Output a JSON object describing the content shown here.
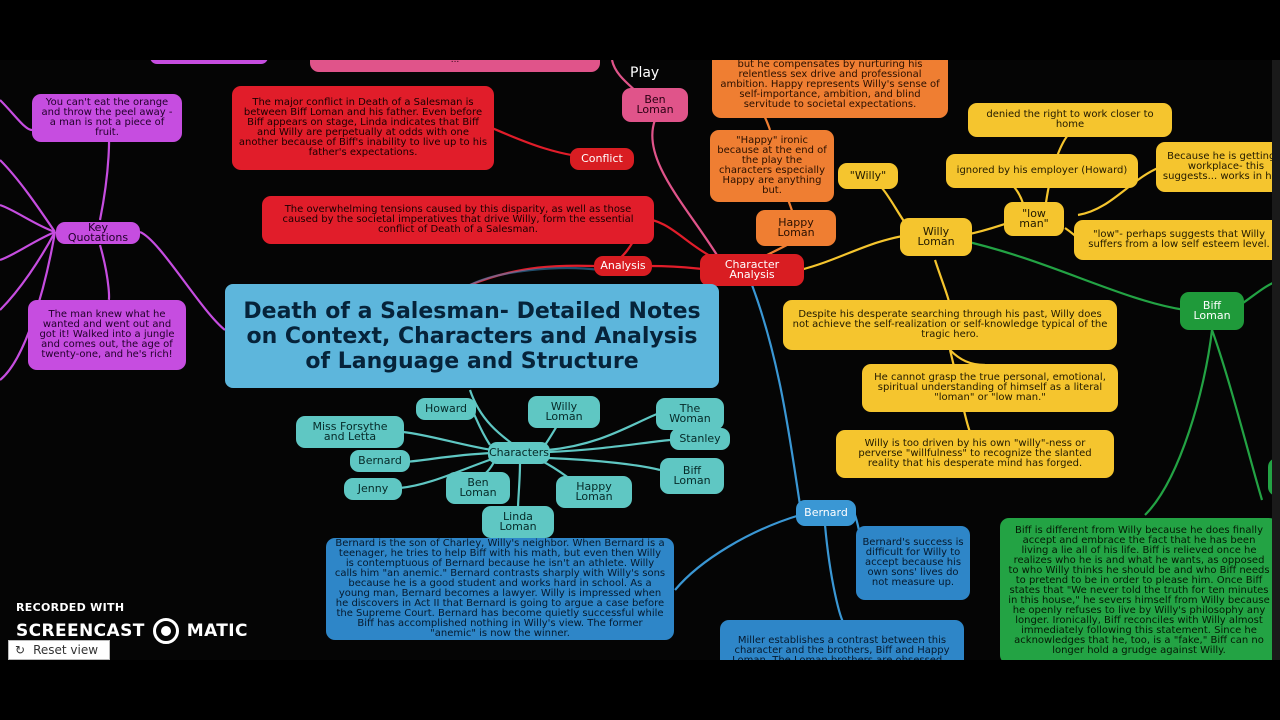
{
  "overlay": {
    "play_label": "Play",
    "recorded_with": "RECORDED WITH",
    "brand_left": "SCREENCAST",
    "brand_right": "MATIC",
    "reset_view": "Reset view"
  },
  "mindmap": {
    "central": "Death of a Salesman- Detailed Notes on Context, Characters and Analysis of Language and Structure",
    "top_cut_text": "...",
    "conflict": {
      "label": "Conflict",
      "note": "The major conflict in Death of a Salesman is between Biff Loman and his father. Even before Biff appears on stage, Linda indicates that Biff and Willy are perpetually at odds with one another because of Biff's inability to live up to his father's expectations."
    },
    "analysis": {
      "label": "Analysis",
      "note": "The overwhelming tensions caused by this disparity, as well as those caused by the societal imperatives that drive Willy, form the essential conflict of Death of a Salesman."
    },
    "ben_loman": "Ben Loman",
    "character_analysis": "Character Analysis",
    "happy": {
      "top_note": "but he compensates by nurturing his relentless sex drive and professional ambition. Happy represents Willy's sense of self-importance, ambition, and blind servitude to societal expectations.",
      "ironic_note": "\"Happy\" ironic because at the end of the play the characters especially Happy are anything but.",
      "label": "Happy Loman"
    },
    "willy": {
      "label": "Willy Loman",
      "quote": "\"Willy\"",
      "low_man": "\"low man\"",
      "denied": "denied the right to work closer to home",
      "ignored": "ignored by his employer (Howard)",
      "because": "Because he is getting... workplace- this suggests... works in his...",
      "low_suggests": "\"low\"- perhaps suggests that Willy suffers from a low self esteem level.",
      "desperate": "Despite his desperate searching through his past, Willy does not achieve the self-realization or self-knowledge typical of the tragic hero.",
      "cannot_grasp": "He cannot grasp the true personal, emotional, spiritual understanding of himself as a literal \"loman\" or \"low man.\"",
      "too_driven": "Willy is too driven by his own \"willy\"-ness or perverse \"willfulness\" to recognize the slanted reality that his desperate mind has forged."
    },
    "biff": {
      "label": "Biff Loman",
      "note": "Biff is different from Willy because he does finally accept and embrace the fact that he has been living a lie all of his life. Biff is relieved once he realizes who he is and what he wants, as opposed to who Willy thinks he should be and who Biff needs to pretend to be in order to please him. Once Biff states that \"We never told the truth for ten minutes in this house,\" he severs himself from Willy because he openly refuses to live by Willy's philosophy any longer. Ironically, Biff reconciles with Willy almost immediately following this statement. Since he acknowledges that he, too, is a \"fake,\" Biff can no longer hold a grudge against Willy."
    },
    "key_quotations": {
      "label": "Key Quotations",
      "orange": "You can't eat the orange and throw the peel away - a man is not a piece of fruit.",
      "jungle": "The man knew what he wanted and went out and got it! Walked into a jungle and comes out, the age of twenty-one, and he's rich!"
    },
    "characters": {
      "label": "Characters",
      "howard": "Howard",
      "willy_loman": "Willy Loman",
      "the_woman": "The Woman",
      "stanley": "Stanley",
      "miss_forsythe": "Miss Forsythe and Letta",
      "bernard": "Bernard",
      "jenny": "Jenny",
      "ben_loman": "Ben Loman",
      "happy_loman": "Happy Loman",
      "biff_loman": "Biff Loman",
      "linda_loman": "Linda Loman"
    },
    "bernard": {
      "label": "Bernard",
      "note": "Bernard is the son of Charley, Willy's neighbor. When Bernard is a teenager, he tries to help Biff with his math, but even then Willy is contemptuous of Bernard because he isn't an athlete. Willy calls him \"an anemic.\" Bernard contrasts sharply with Willy's sons because he is a good student and works hard in school. As a young man, Bernard becomes a lawyer. Willy is impressed when he discovers in Act II that Bernard is going to argue a case before the Supreme Court. Bernard has become quietly successful while Biff has accomplished nothing in Willy's view. The former \"anemic\" is now the winner.",
      "success": "Bernard's success is difficult for Willy to accept because his own sons' lives do not measure up.",
      "miller": "Miller establishes a contrast between this character and the brothers, Biff and Happy Loman. The Loman brothers are obsessed..."
    }
  },
  "colors": {
    "red": "#e11d2a",
    "orange": "#ef7e32",
    "yellow": "#f5c52e",
    "green": "#23a344",
    "cyan": "#5fc7c3",
    "blue": "#3a97d4",
    "purple": "#c64de0",
    "pink": "#e0548a"
  }
}
